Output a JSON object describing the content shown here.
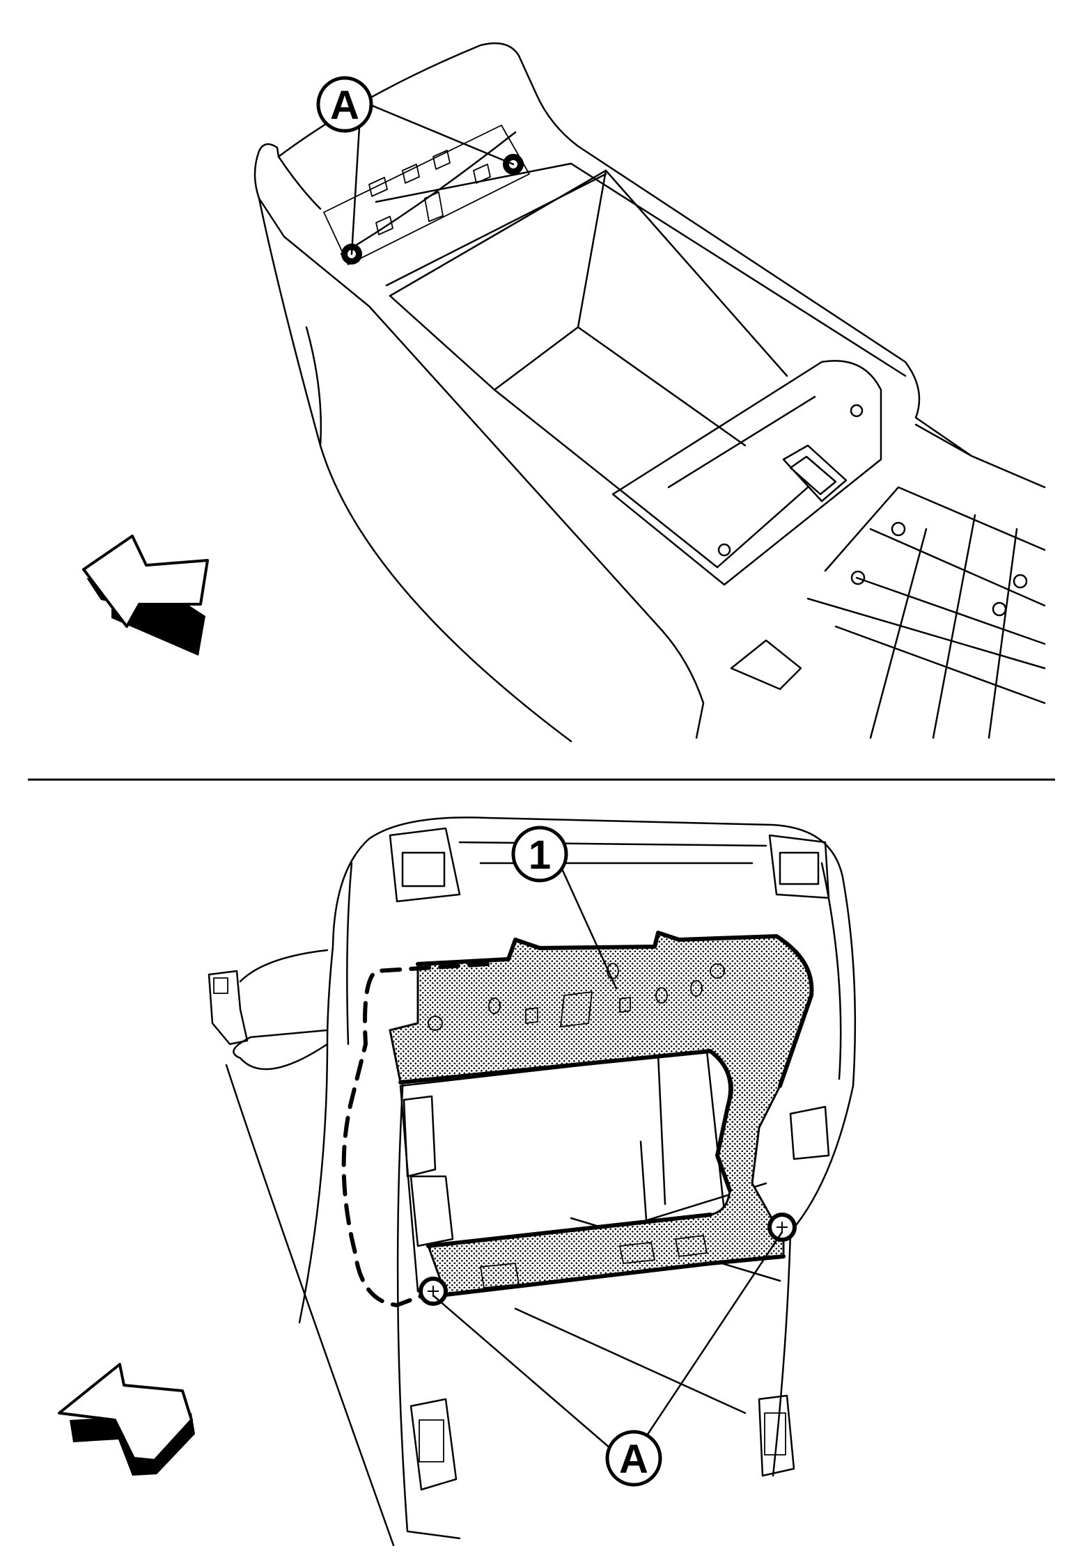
{
  "top_view": {
    "callout_label": "A",
    "clip_count": 2
  },
  "bottom_view": {
    "part_label": "1",
    "callout_label": "A",
    "clip_count": 2
  },
  "colors": {
    "line": "#000000",
    "background": "#ffffff",
    "stipple": "#000000"
  },
  "icons": [
    "front-direction-arrow-icon",
    "front-direction-arrow-icon"
  ]
}
